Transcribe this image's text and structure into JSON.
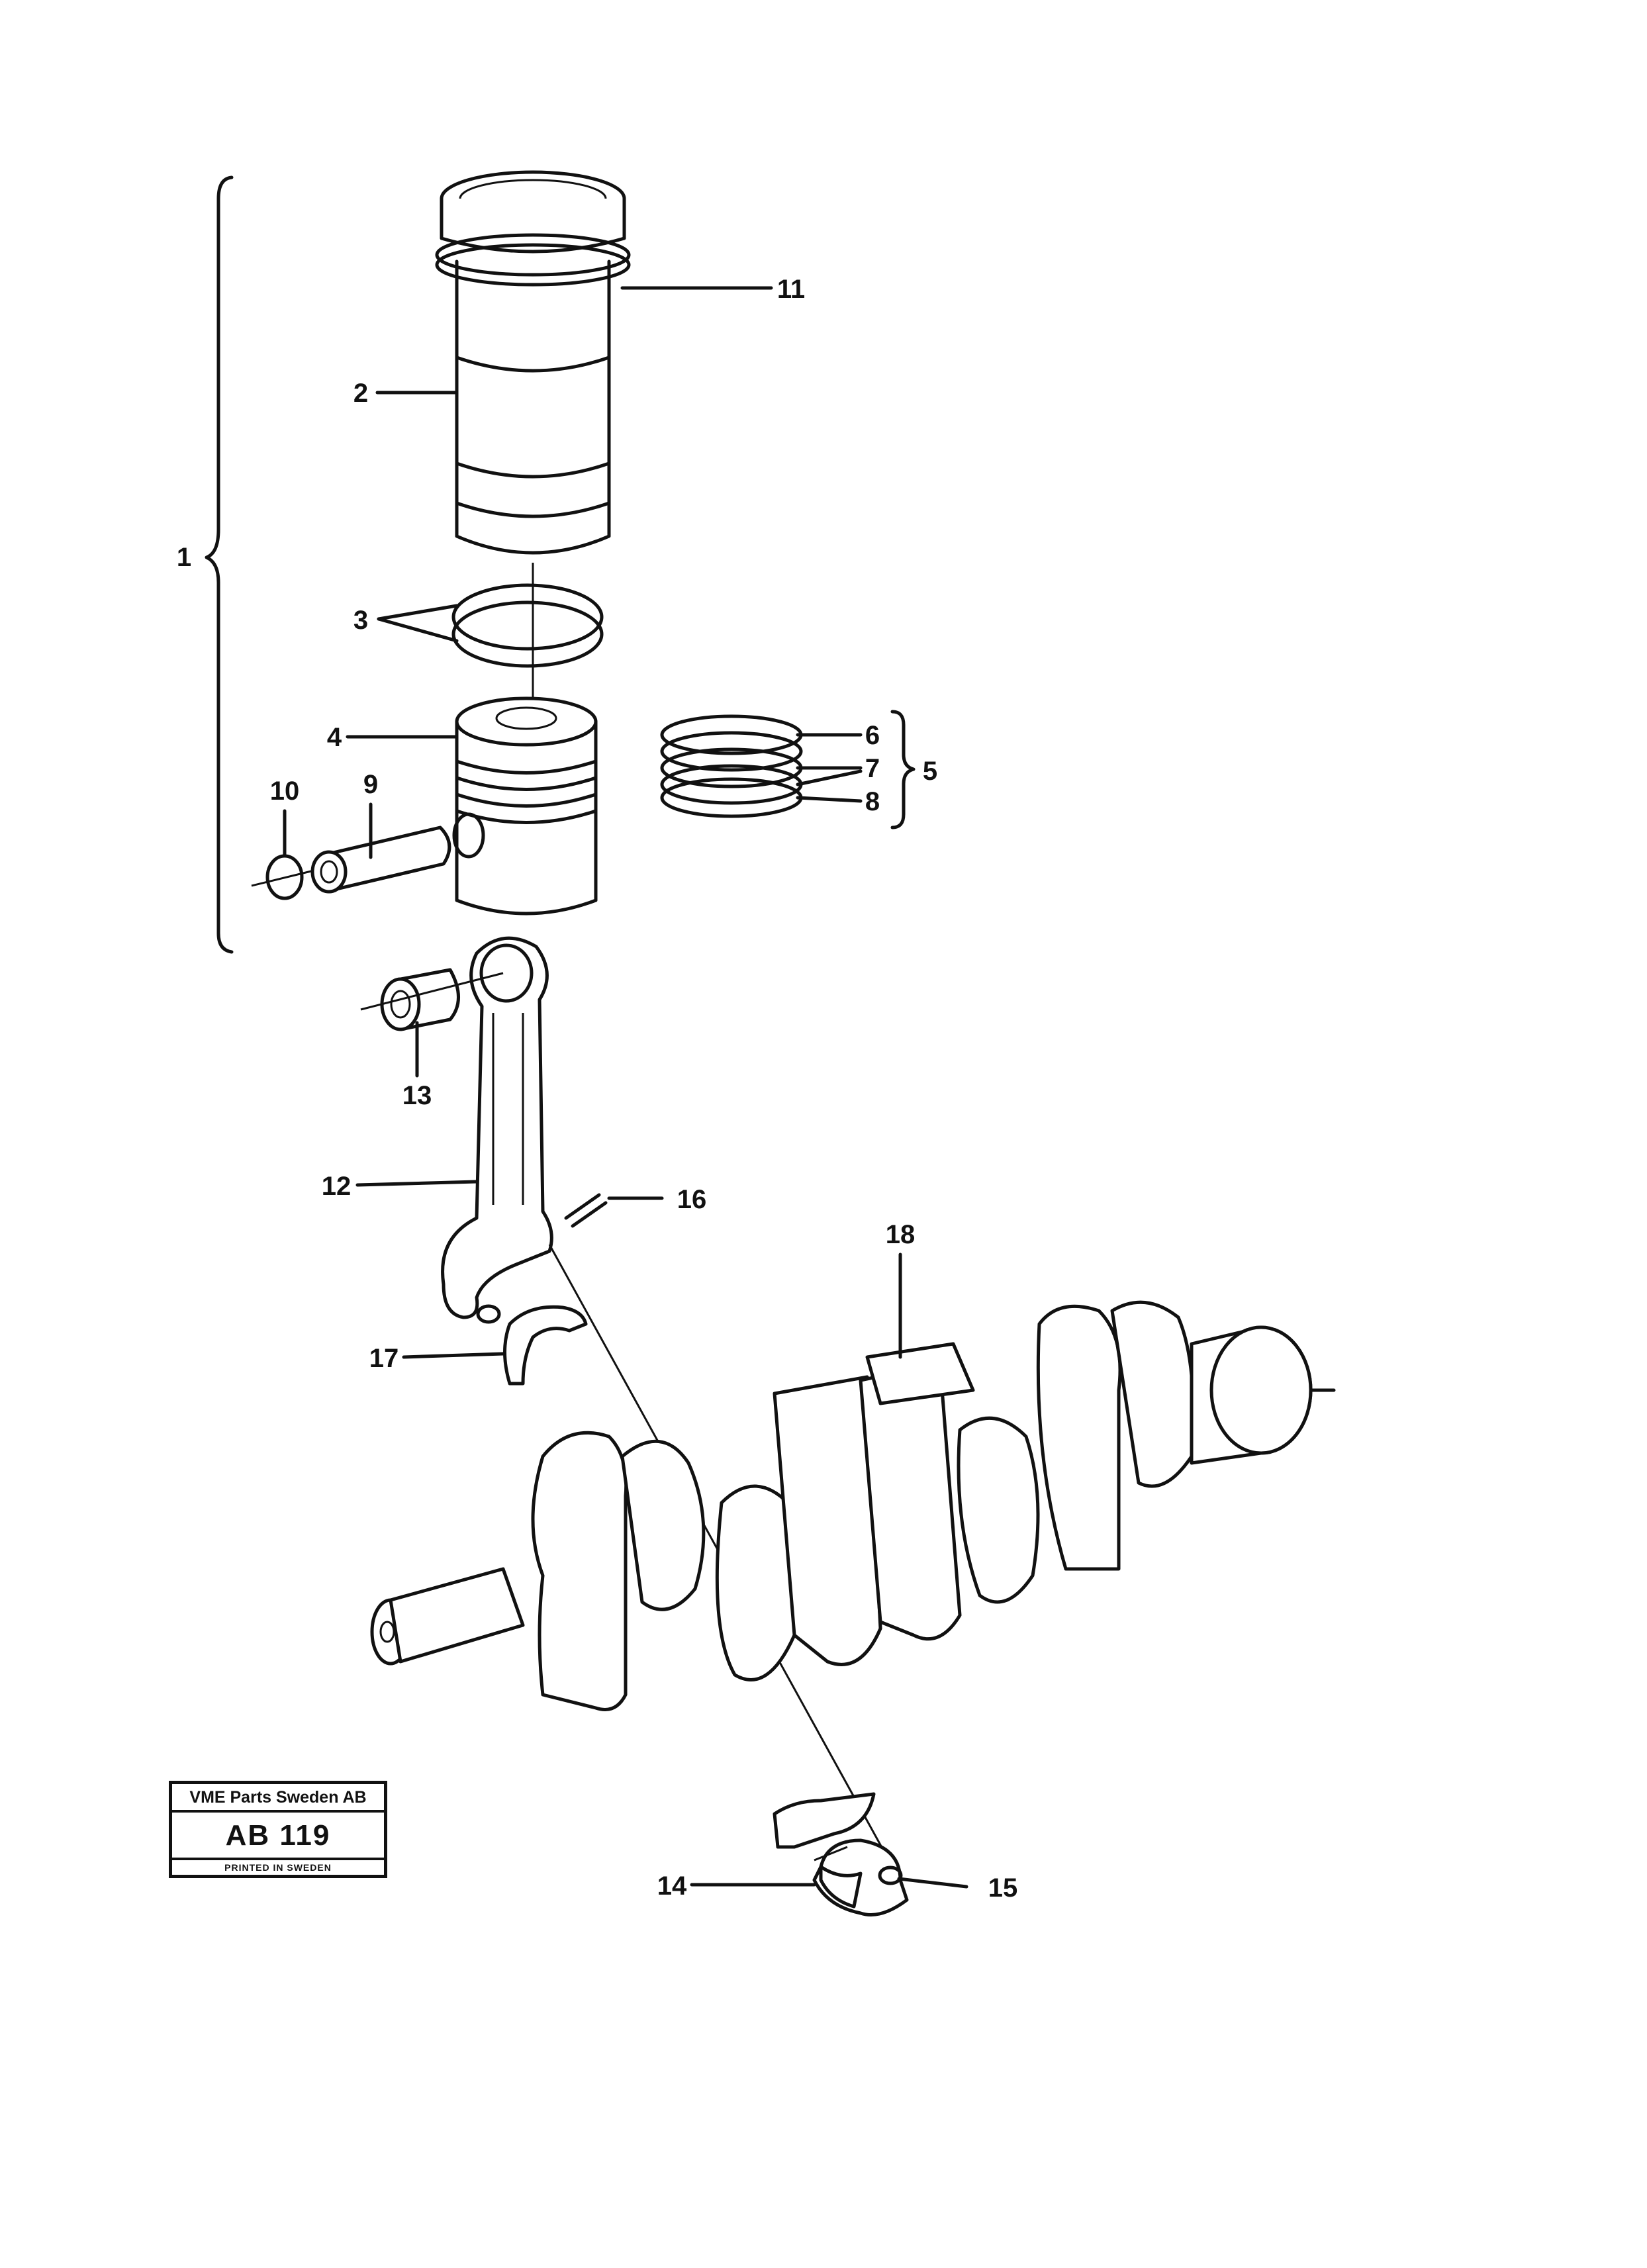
{
  "callouts": [
    {
      "id": "1",
      "label": "1"
    },
    {
      "id": "2",
      "label": "2"
    },
    {
      "id": "3",
      "label": "3"
    },
    {
      "id": "4",
      "label": "4"
    },
    {
      "id": "5",
      "label": "5"
    },
    {
      "id": "6",
      "label": "6"
    },
    {
      "id": "7",
      "label": "7"
    },
    {
      "id": "8",
      "label": "8"
    },
    {
      "id": "9",
      "label": "9"
    },
    {
      "id": "10",
      "label": "10"
    },
    {
      "id": "11",
      "label": "11"
    },
    {
      "id": "12",
      "label": "12"
    },
    {
      "id": "13",
      "label": "13"
    },
    {
      "id": "14",
      "label": "14"
    },
    {
      "id": "15",
      "label": "15"
    },
    {
      "id": "16",
      "label": "16"
    },
    {
      "id": "17",
      "label": "17"
    },
    {
      "id": "18",
      "label": "18"
    }
  ],
  "stamp": {
    "company": "VME Parts Sweden AB",
    "code": "AB 119",
    "footer": "PRINTED IN SWEDEN"
  }
}
